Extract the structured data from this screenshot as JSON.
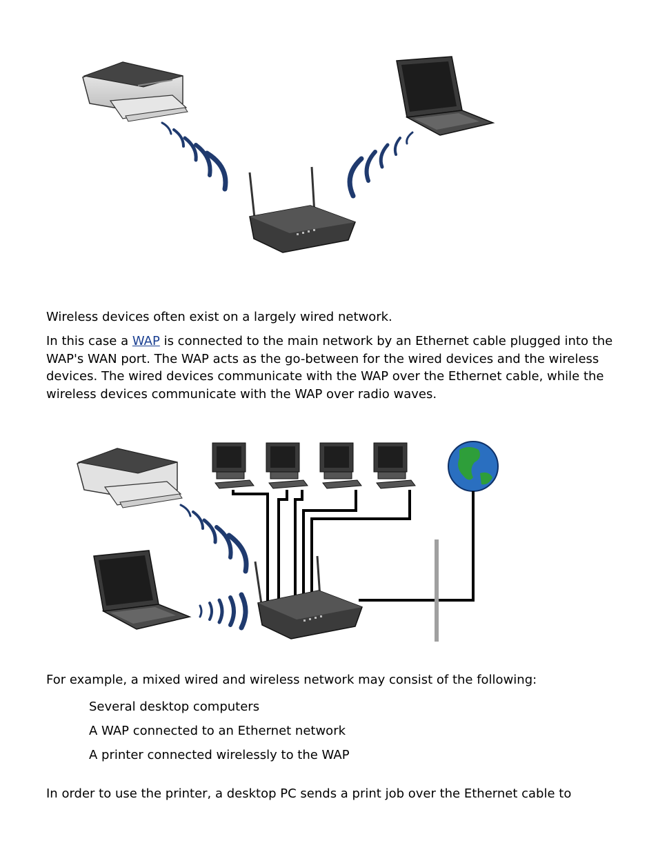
{
  "paragraphs": {
    "p1": "Wireless devices often exist on a largely wired network.",
    "p2_before": "In this case a ",
    "p2_link": "WAP",
    "p2_after": " is connected to the main network by an Ethernet cable plugged into the WAP's WAN port. The WAP acts as the go-between for the wired devices and the wireless devices. The wired devices communicate with the WAP over the Ethernet cable, while the wireless devices communicate with the WAP over radio waves.",
    "p3": "For example, a mixed wired and wireless network may consist of the following:",
    "p4": "In order to use the printer, a desktop PC sends a print job over the Ethernet cable to"
  },
  "list_items": [
    "Several desktop computers",
    "A WAP connected to an Ethernet network",
    "A printer connected wirelessly to the WAP"
  ],
  "colors": {
    "link": "#1a3f91",
    "signal_wave": "#1f3a6e",
    "device_dark": "#2b2b2b",
    "device_light": "#d9d9d9",
    "cable": "#000000",
    "backbone": "#a0a0a0",
    "globe_ocean": "#2a6fc0",
    "globe_land": "#2e9e3a"
  }
}
